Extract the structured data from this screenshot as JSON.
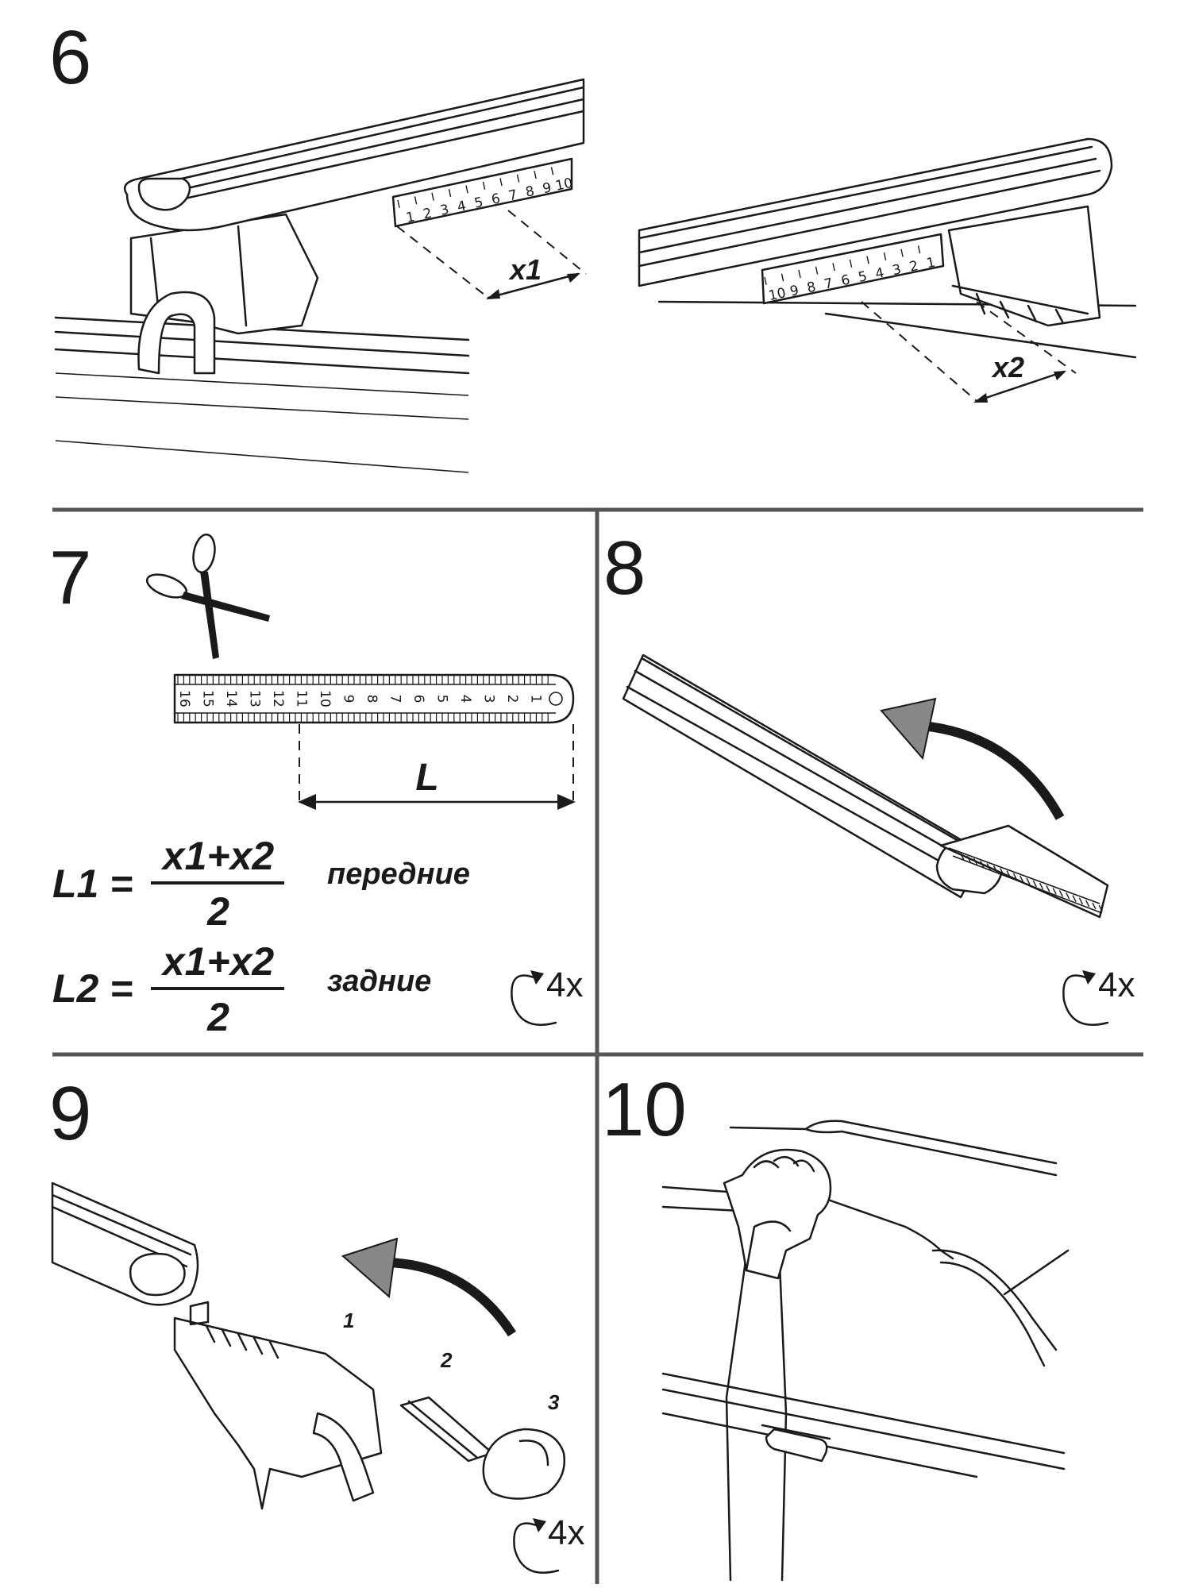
{
  "steps": [
    {
      "number": "6",
      "labels": {
        "x1": "x1",
        "x2": "x2"
      }
    },
    {
      "number": "7",
      "L": "L",
      "formula1": {
        "lhs": "L1 =",
        "numerator": "x1+x2",
        "denominator": "2",
        "note": "передние"
      },
      "formula2": {
        "lhs": "L2 =",
        "numerator": "x1+x2",
        "denominator": "2",
        "note": "задние"
      },
      "repeat": "4x"
    },
    {
      "number": "8",
      "repeat": "4x"
    },
    {
      "number": "9",
      "parts": [
        "1",
        "2",
        "3"
      ],
      "repeat": "4x"
    },
    {
      "number": "10"
    }
  ],
  "scales": {
    "front_bar": [
      "1",
      "2",
      "3",
      "4",
      "5",
      "6",
      "7",
      "8",
      "9",
      "10"
    ],
    "rear_bar": [
      "10",
      "9",
      "8",
      "7",
      "6",
      "5",
      "4",
      "3",
      "2",
      "1"
    ],
    "strip": [
      "16",
      "15",
      "14",
      "13",
      "12",
      "11",
      "10",
      "9",
      "8",
      "7",
      "6",
      "5",
      "4",
      "3",
      "2",
      "1"
    ]
  },
  "icons": [
    "scissors-icon",
    "rotate-arrow-icon",
    "curved-arrow-icon",
    "cloth-hand-icon"
  ]
}
